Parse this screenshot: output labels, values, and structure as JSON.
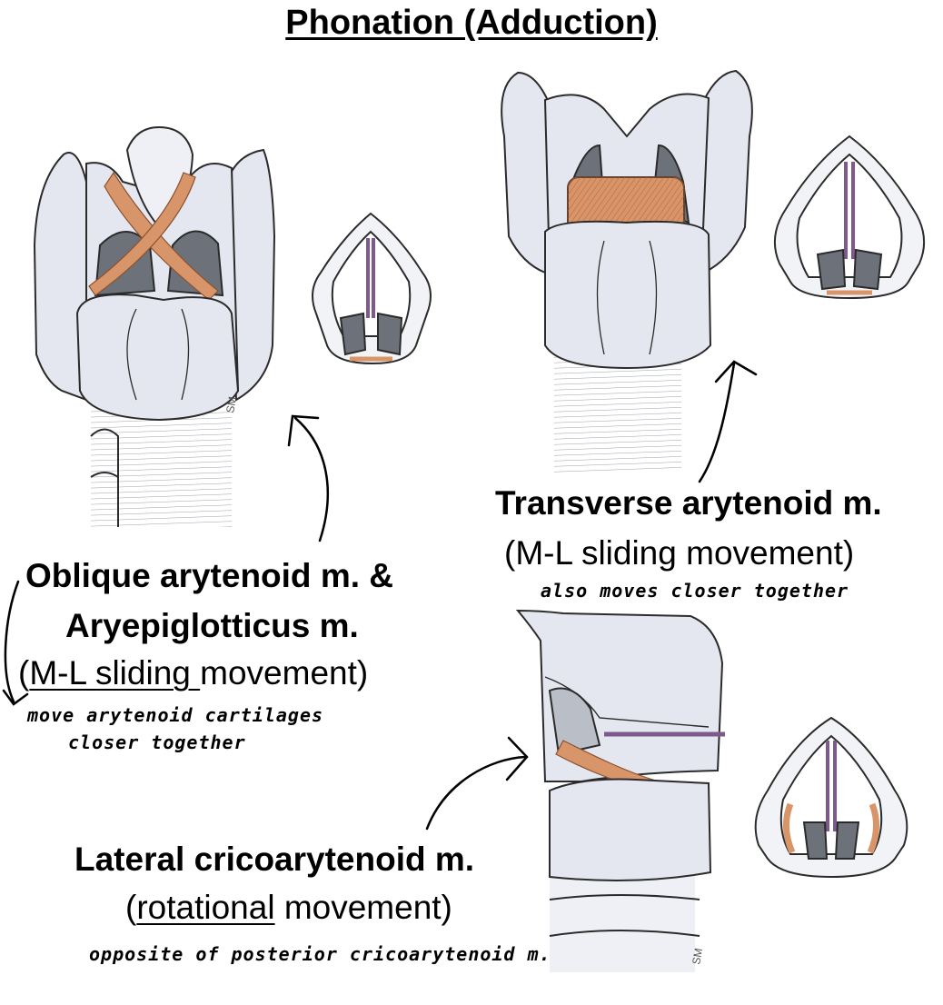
{
  "title": "Phonation (Adduction)",
  "sections": {
    "oblique": {
      "name_line1": "Oblique arytenoid m. &",
      "name_line2": "Aryepiglotticus m.",
      "movement_open": "(",
      "movement_underlined": "M-L sliding ",
      "movement_rest": "movement)",
      "note_line1": "move arytenoid cartilages",
      "note_line2": "closer together"
    },
    "transverse": {
      "name": "Transverse arytenoid m.",
      "movement": "(M-L sliding movement)",
      "note": "also moves closer together"
    },
    "lateral": {
      "name": "Lateral cricoarytenoid m.",
      "movement_open": "(",
      "movement_underlined": "rotational",
      "movement_rest": " movement)",
      "note": "opposite of posterior cricoarytenoid m."
    }
  },
  "signature": "SM",
  "colors": {
    "cartilage": "#e4e7ef",
    "outline": "#2b2b2b",
    "muscle": "#d9956a",
    "arytenoid": "#6d7179",
    "fold": "#7e5a8c"
  }
}
